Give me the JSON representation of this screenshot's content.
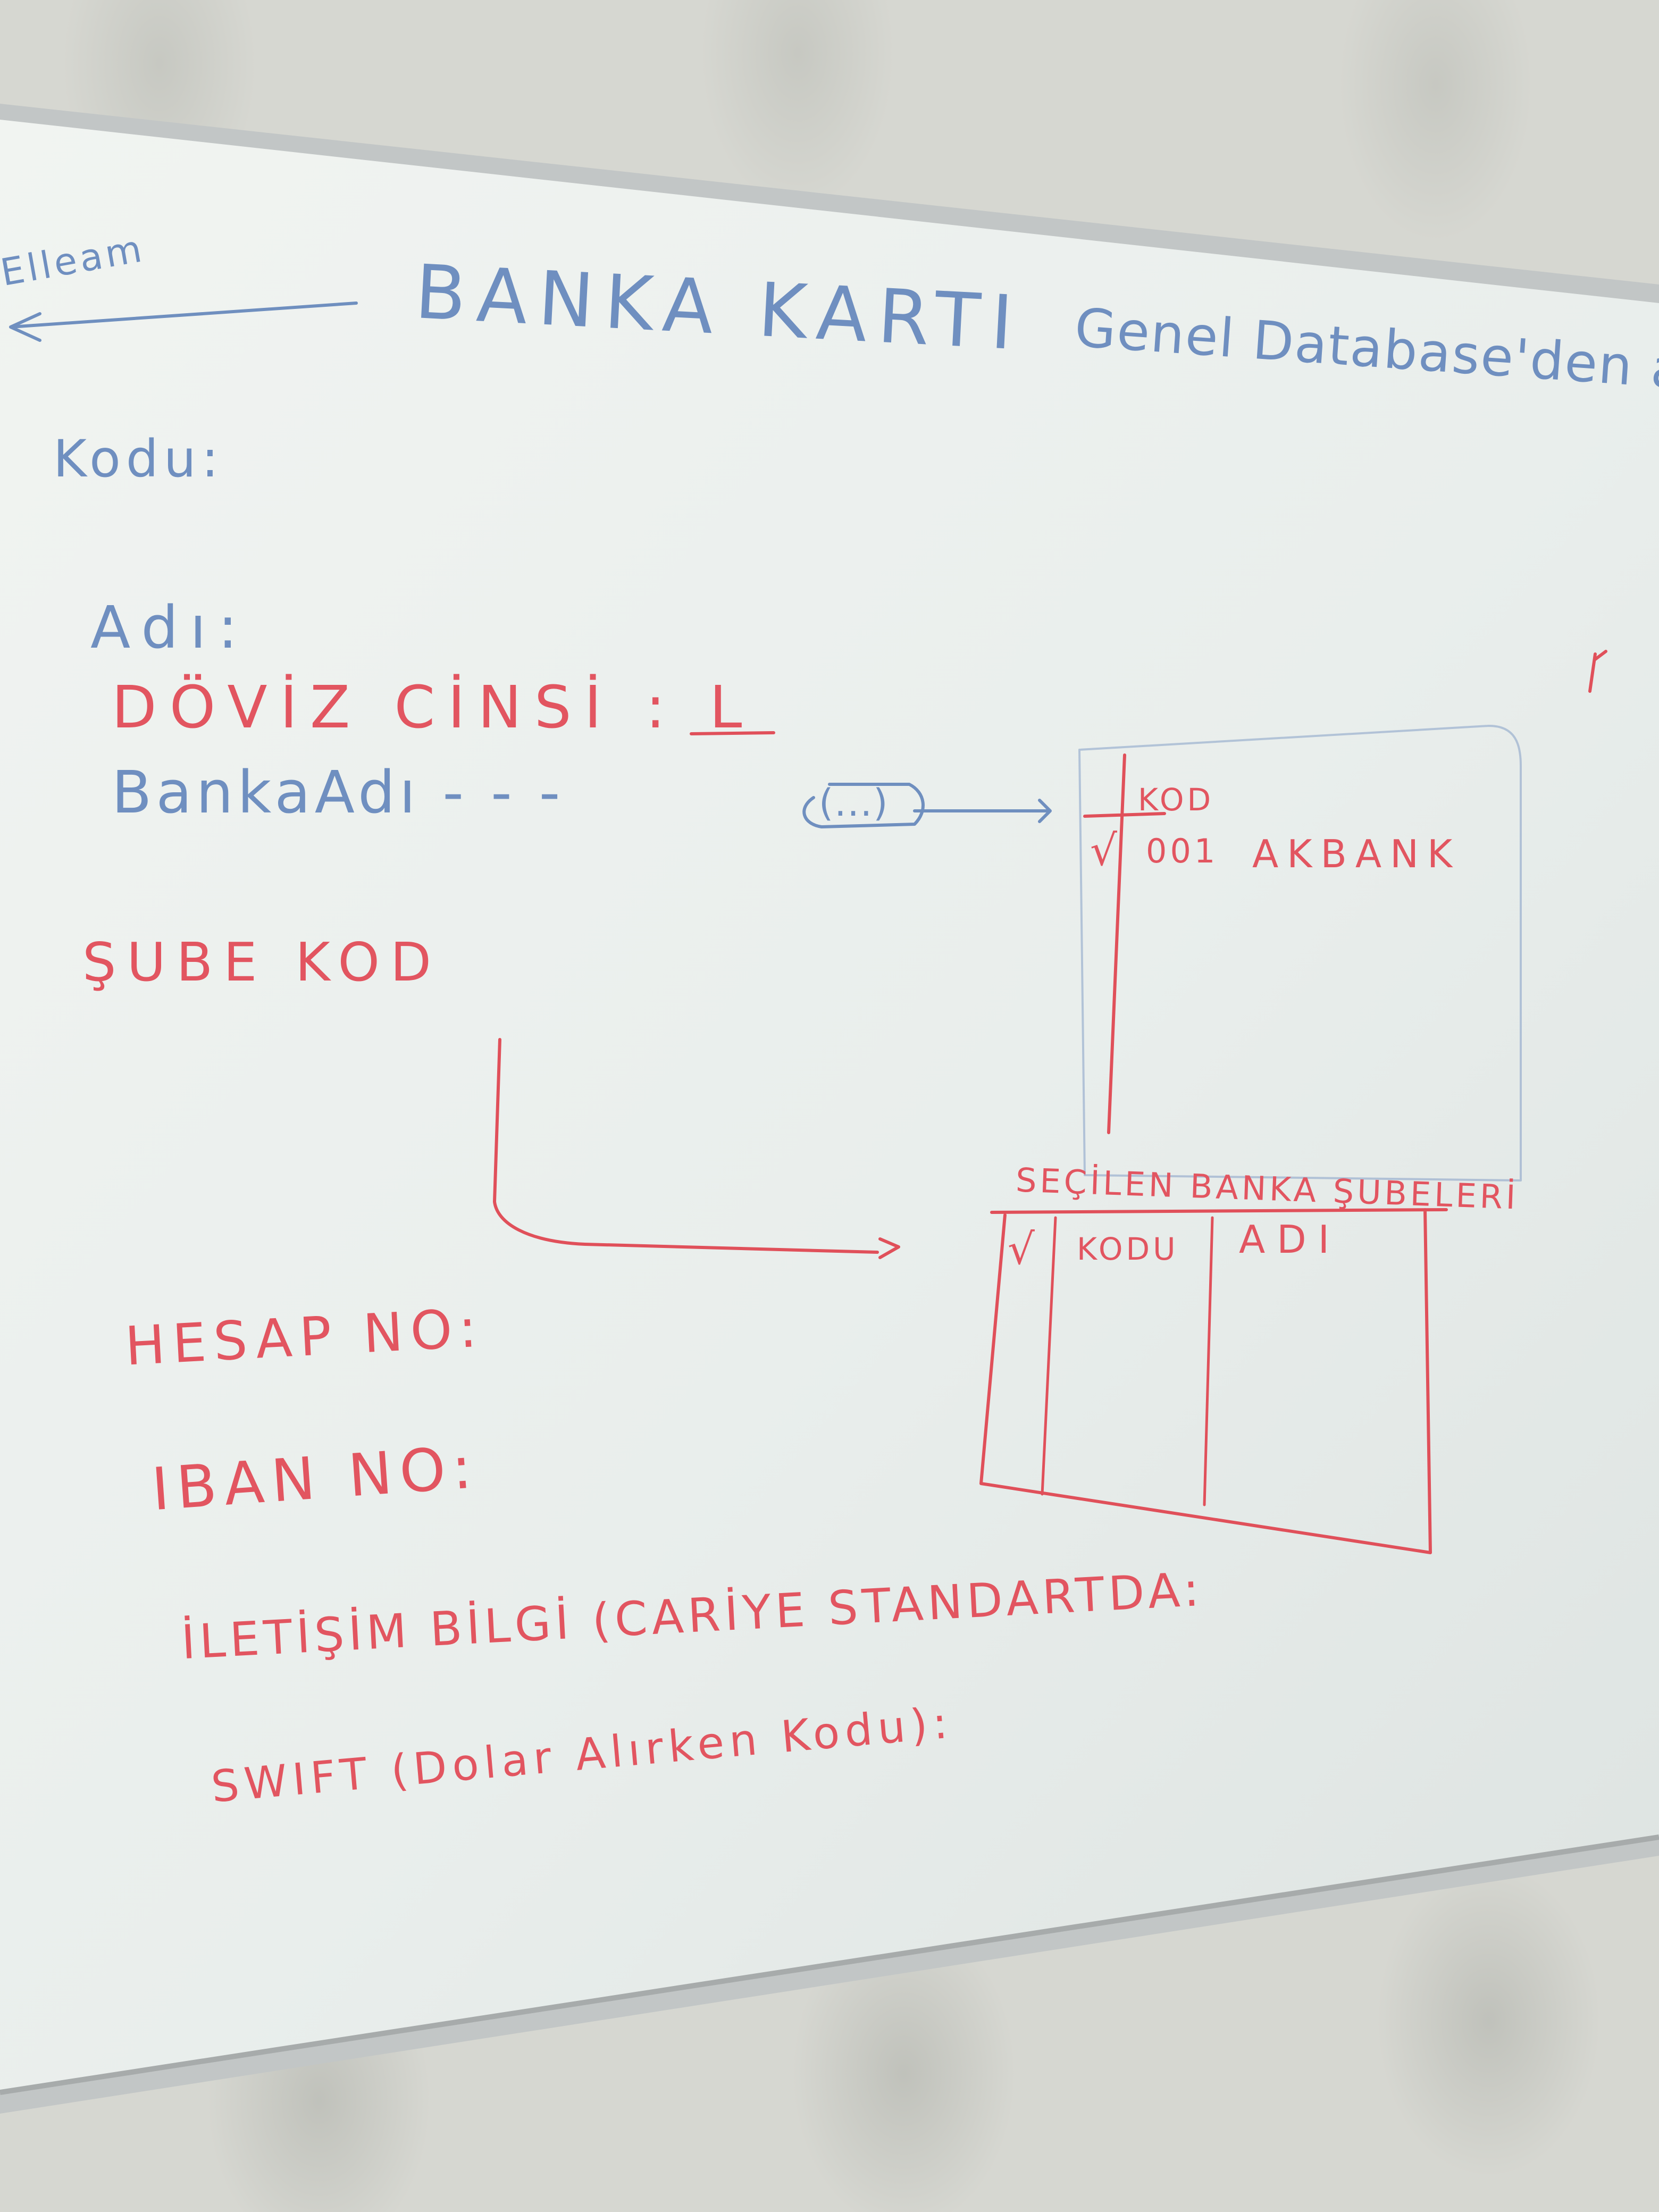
{
  "whiteboard": {
    "top_left_note": "Elleam",
    "title": "BANKA KARTI",
    "title_suffix": "Genel Database'den alır",
    "fields": {
      "kodu": "Kodu:",
      "adi": "Adı:",
      "doviz_cinsi": "DÖVİZ CİNSİ : L",
      "banka_adi": "BankaAdı - - -",
      "lookup_button": "(...)",
      "sube_kod": "ŞUBE KOD",
      "hesap_no": "HESAP NO:",
      "iban_no": "IBAN NO:",
      "iletisim": "İLETİŞİM BİLGİ (CARİYE STANDARTDA:",
      "swift": "SWIFT (Dolar Alırken Kodu):"
    },
    "bank_lookup_table": {
      "header": "KOD",
      "row_check": "√",
      "row_code": "001",
      "row_name": "AKBANK"
    },
    "branch_table": {
      "title": "SEÇİLEN BANKA ŞUBELERİ",
      "check_col": "√",
      "col_code": "KODU",
      "col_name": "ADI"
    },
    "colors": {
      "blue_marker": "#6f8fbf",
      "red_marker": "#e0505a",
      "board": "#eef1ee"
    }
  }
}
